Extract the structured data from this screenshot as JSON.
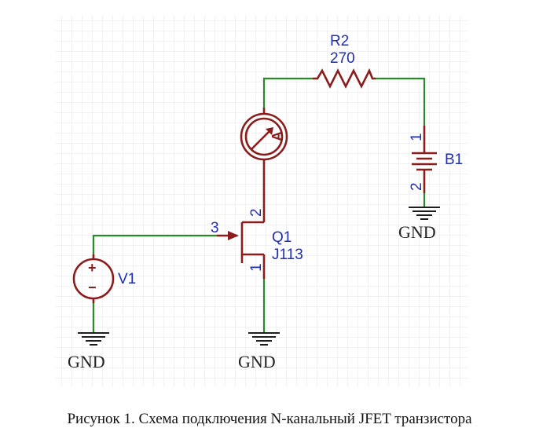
{
  "components": {
    "resistor": {
      "ref": "R2",
      "value": "270"
    },
    "battery": {
      "ref": "B1",
      "pin_top": "1",
      "pin_bottom": "2"
    },
    "ammeter": {
      "symbol": "A"
    },
    "transistor": {
      "ref": "Q1",
      "part": "J113",
      "pin_gate": "3",
      "pin_drain": "2",
      "pin_source": "1"
    },
    "source": {
      "ref": "V1",
      "plus": "+",
      "minus": "−"
    }
  },
  "grounds": {
    "label": "GND"
  },
  "colors": {
    "wire": "#2a8a2a",
    "component": "#8b1c1c",
    "label": "#1f2fb8",
    "grid": "#e4e4e4"
  },
  "caption": "Рисунок 1. Схема подключения N-канальный JFET транзистора"
}
